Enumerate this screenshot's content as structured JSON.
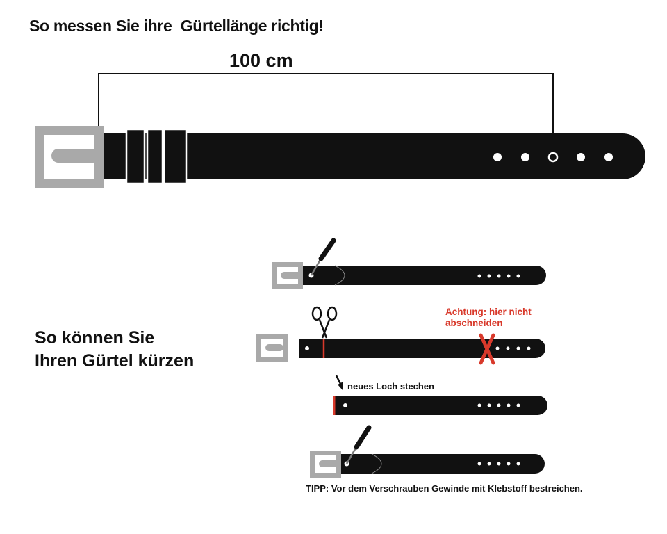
{
  "title": "So messen Sie ihre  Gürtellänge richtig!",
  "measurement": "100 cm",
  "shorten": {
    "line1": "So können Sie",
    "line2": "Ihren Gürtel kürzen"
  },
  "warning": {
    "line1": "Achtung: hier nicht",
    "line2": "abschneiden"
  },
  "new_hole": "neues Loch stechen",
  "tip": "TIPP: Vor dem Verschrauben Gewinde mit Klebstoff bestreichen.",
  "colors": {
    "belt": "#111111",
    "buckle": "#a9a9a9",
    "accent": "#d8392b"
  },
  "icons": [
    "screwdriver-icon",
    "scissors-icon",
    "arrow-icon",
    "cross-mark-icon"
  ]
}
